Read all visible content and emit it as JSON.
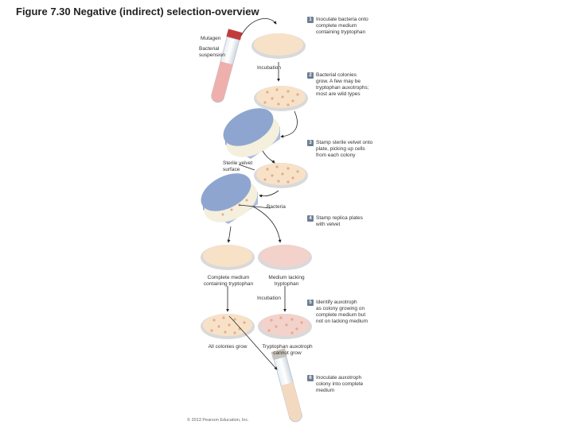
{
  "title": "Figure 7.30  Negative (indirect) selection-overview",
  "steps": [
    {
      "num": "1",
      "text": "Inoculate bacteria onto\ncomplete medium\ncontaining tryptophan"
    },
    {
      "num": "2",
      "text": "Bacterial colonies\ngrow. A few may be\ntryptophan auxotrophs;\nmost are wild types"
    },
    {
      "num": "3",
      "text": "Stamp sterile velvet onto\nplate, picking up cells\nfrom each colony"
    },
    {
      "num": "4",
      "text": "Stamp replica plates\nwith velvet"
    },
    {
      "num": "5",
      "text": "Identify auxotroph\nas colony growing on\ncomplete medium but\nnot on lacking medium"
    },
    {
      "num": "6",
      "text": "Inoculate auxotroph\ncolony into complete\nmedium"
    }
  ],
  "labels": {
    "mutagen": "Mutagen",
    "suspension": "Bacterial\nsuspension",
    "incubation1": "Incubation",
    "velvet": "Sterile velvet\nsurface",
    "bacteria": "Bacteria",
    "complete": "Complete medium\ncontaining tryptophan",
    "lacking": "Medium lacking\ntryptophan",
    "incubation2": "Incubation",
    "all_grow": "All colonies grow",
    "no_grow": "Tryptophan auxotroph\ncannot grow",
    "copyright": "© 2013 Pearson Education, Inc."
  },
  "colors": {
    "plate_rim": "#d9d9d9",
    "medium_complete": "#f7e2c8",
    "medium_lacking": "#f2d2cb",
    "colony": "#e8a98c",
    "velvet_blue": "#8ea6cf",
    "badge": "#6d7f95",
    "arrow": "#222222"
  }
}
